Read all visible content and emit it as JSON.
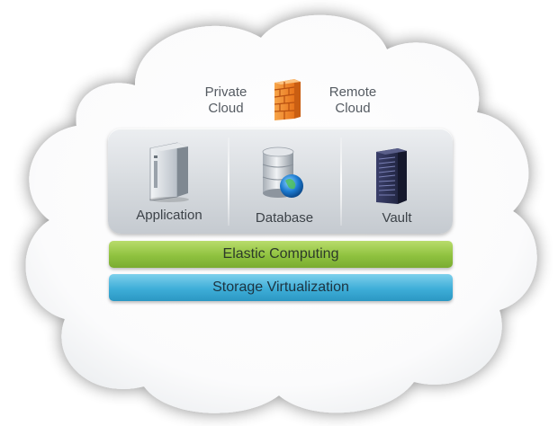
{
  "top": {
    "private_cloud": "Private\nCloud",
    "remote_cloud": "Remote\nCloud"
  },
  "panel": {
    "items": [
      {
        "label": "Application",
        "icon": "server-tower-icon"
      },
      {
        "label": "Database",
        "icon": "database-globe-icon"
      },
      {
        "label": "Vault",
        "icon": "server-rack-icon"
      }
    ]
  },
  "layers": {
    "elastic": "Elastic Computing",
    "storage": "Storage Virtualization"
  },
  "colors": {
    "elastic_green": "#8fc23f",
    "storage_blue": "#3eaed8",
    "firewall_orange": "#f08a24"
  }
}
